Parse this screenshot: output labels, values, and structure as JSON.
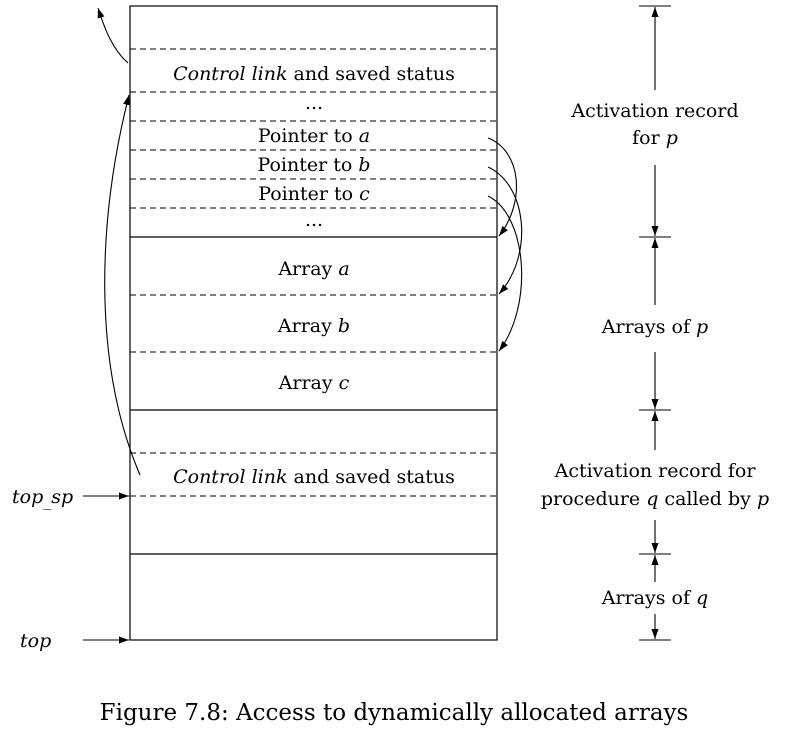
{
  "stack": {
    "p_record": {
      "control_link": {
        "italic": "Control link",
        "rest": " and saved status"
      },
      "ellipsis_top": "...",
      "pointer_a": {
        "prefix": "Pointer to ",
        "var": "a"
      },
      "pointer_b": {
        "prefix": "Pointer to ",
        "var": "b"
      },
      "pointer_c": {
        "prefix": "Pointer to ",
        "var": "c"
      },
      "ellipsis_bottom": "..."
    },
    "arrays_p": {
      "array_a": {
        "prefix": "Array ",
        "var": "a"
      },
      "array_b": {
        "prefix": "Array ",
        "var": "b"
      },
      "array_c": {
        "prefix": "Array ",
        "var": "c"
      }
    },
    "q_record": {
      "control_link": {
        "italic": "Control link",
        "rest": " and saved status"
      }
    }
  },
  "pointers": {
    "top_sp": {
      "main": "top",
      "sub": "sp"
    },
    "top": "top"
  },
  "braces": {
    "p_record": {
      "line1": "Activation record",
      "line2_prefix": "for ",
      "line2_var": "p"
    },
    "arrays_p": {
      "prefix": "Arrays of ",
      "var": "p"
    },
    "q_record": {
      "line1": "Activation record for",
      "line2_prefix": "procedure ",
      "line2_var": "q",
      "line2_suffix": " called by ",
      "line2_var2": "p"
    },
    "arrays_q": {
      "prefix": "Arrays of ",
      "var": "q"
    }
  },
  "caption": "Figure 7.8: Access to dynamically allocated arrays"
}
